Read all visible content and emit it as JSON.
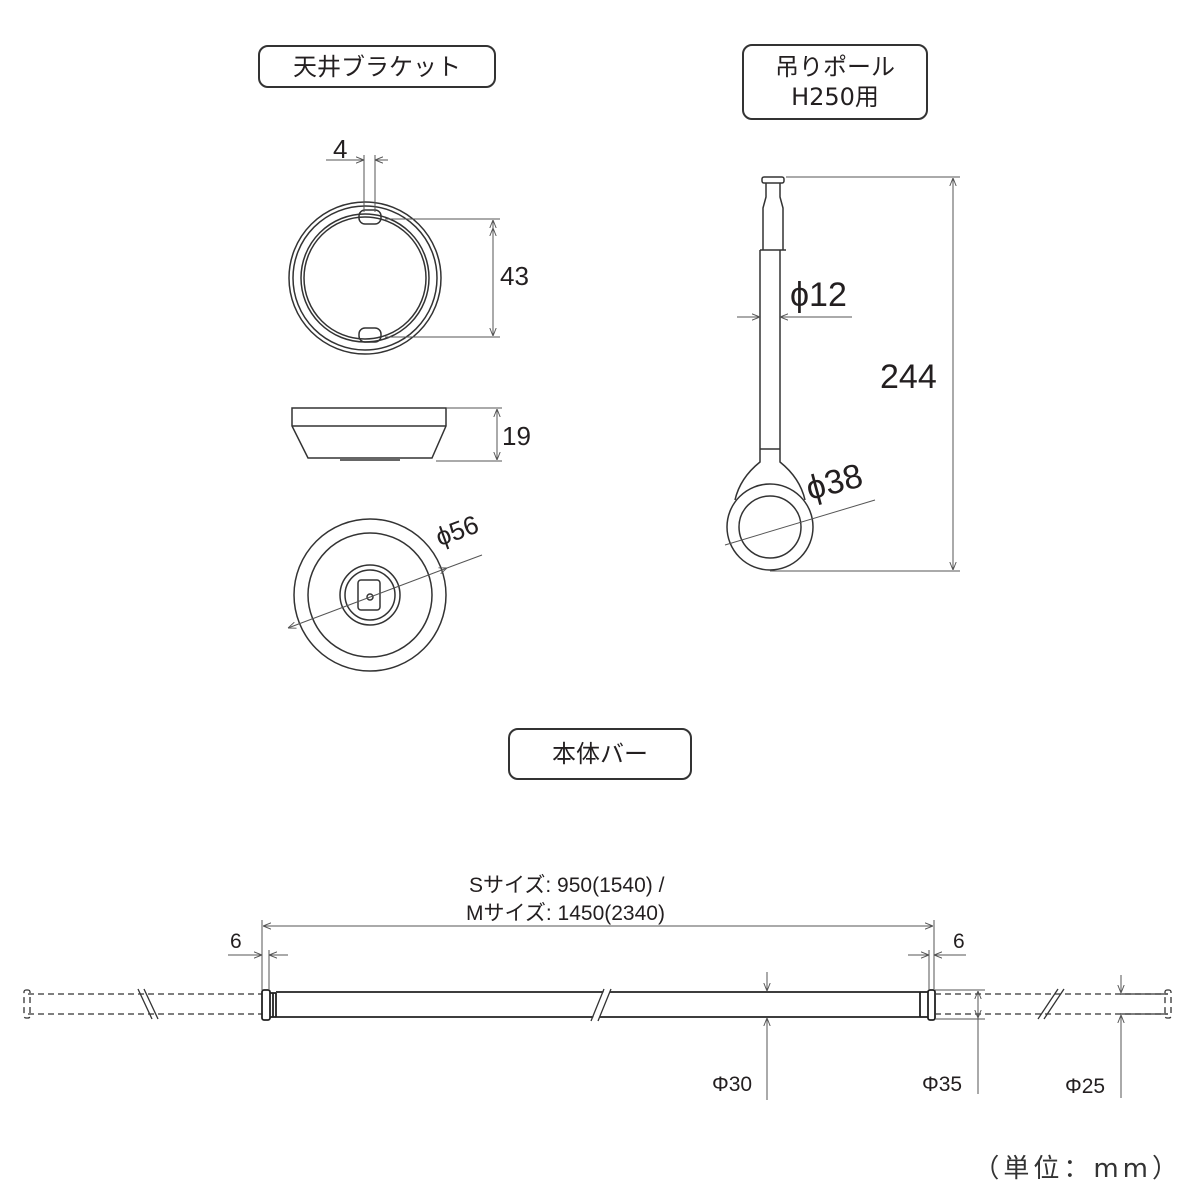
{
  "sections": {
    "ceiling_bracket": {
      "title": "天井ブラケット"
    },
    "hanging_pole": {
      "title_line1": "吊りポール",
      "title_line2": "H250用"
    },
    "main_bar": {
      "title": "本体バー"
    }
  },
  "dimensions": {
    "bracket_slot_width": "4",
    "bracket_inner_span": "43",
    "bracket_height": "19",
    "bracket_diameter": "ϕ56",
    "pole_diameter": "ϕ12",
    "pole_length": "244",
    "pole_ring_diameter": "ϕ38",
    "bar_length_line1": "Sサイズ: 950(1540) /",
    "bar_length_line2": "Mサイズ: 1450(2340)",
    "bar_end_left": "6",
    "bar_end_right": "6",
    "bar_diameter_main": "Φ30",
    "bar_diameter_joint": "Φ35",
    "bar_diameter_inner": "Φ25"
  },
  "unit_note": "（単位：mm）",
  "colors": {
    "line": "#231f20",
    "dim_line": "#555555",
    "text": "#231f20"
  }
}
